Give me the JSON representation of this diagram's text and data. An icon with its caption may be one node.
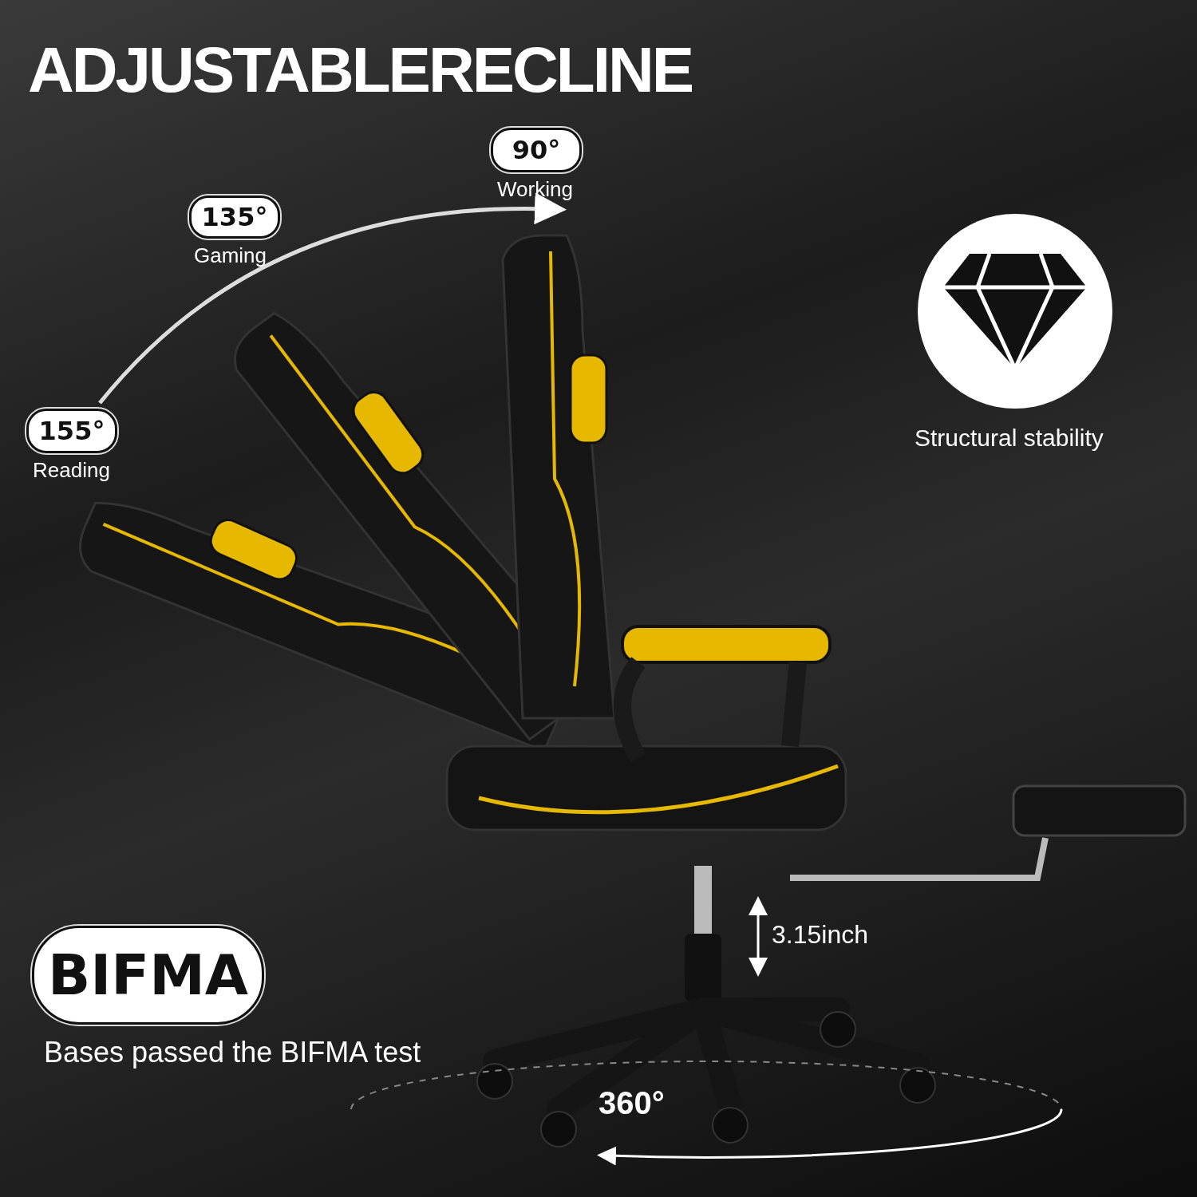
{
  "diagram": {
    "title": "ADJUSTABLERECLINE",
    "nodes": [
      {
        "text": [
          "90°"
        ],
        "beside": [
          "Working"
        ]
      },
      {
        "text": [
          "135°"
        ],
        "beside": [
          "Gaming"
        ]
      },
      {
        "text": [
          "155°"
        ],
        "beside": [
          "Reading"
        ]
      },
      {
        "text": [
          "BIFMA"
        ],
        "beside": [
          "Bases passed the BIFMA test"
        ]
      }
    ],
    "edges": [
      {
        "from": 2,
        "to": 0,
        "arrow": "to"
      }
    ],
    "labels": [
      "Structural stability",
      "3.15inch",
      "360°"
    ]
  }
}
